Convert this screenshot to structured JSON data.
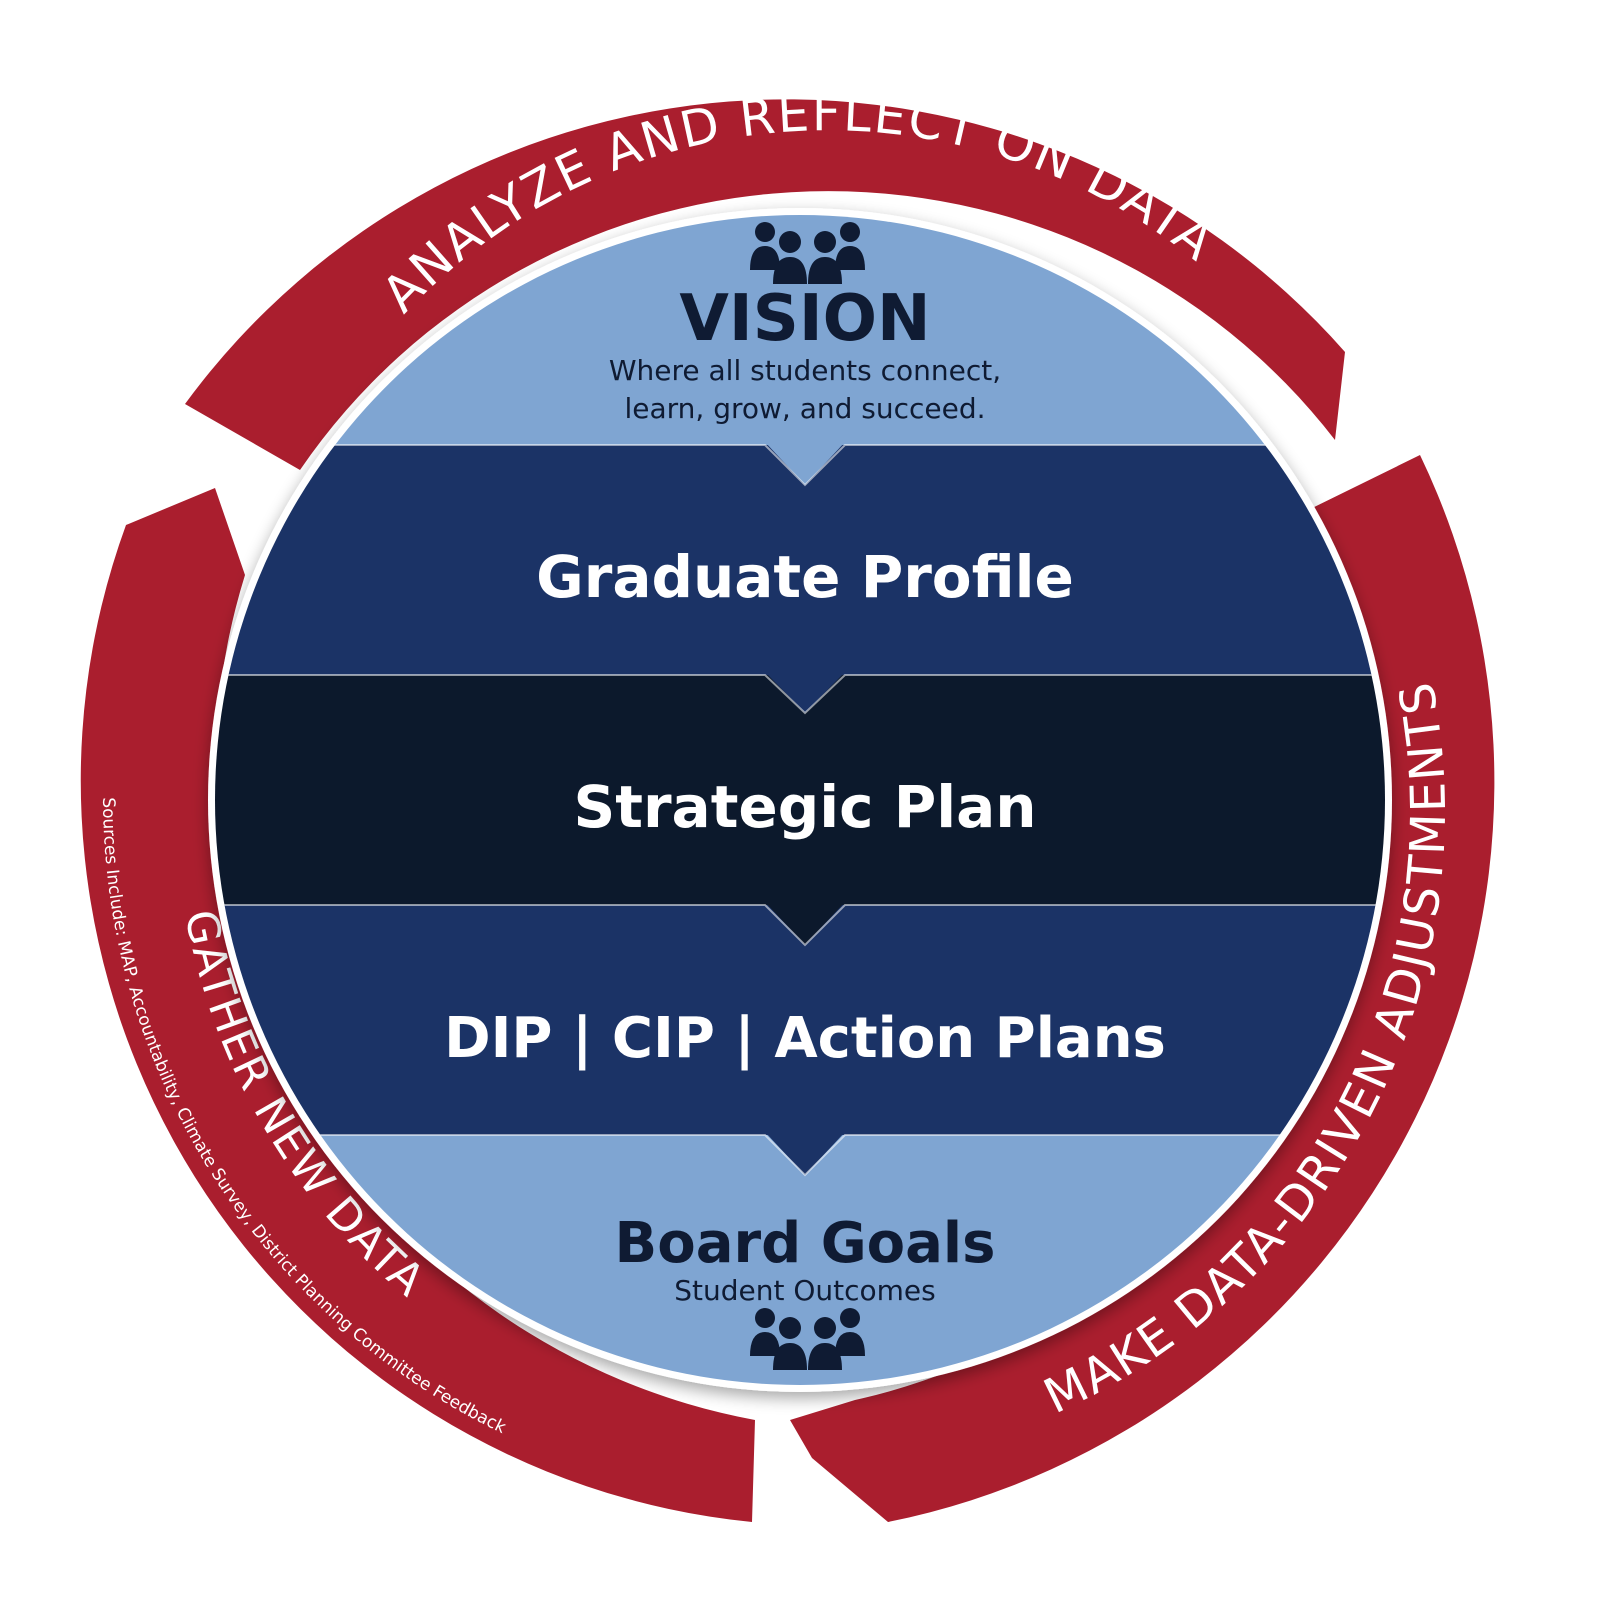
{
  "colors": {
    "ring_red": "#aa1e2e",
    "light_blue": "#7fa5d2",
    "navy": "#1b3366",
    "dark_navy": "#0c192c",
    "dark_text": "#0f1b33",
    "white": "#ffffff"
  },
  "ring": {
    "top_label": "ANALYZE AND REFLECT ON DATA",
    "right_label": "MAKE DATA-DRIVEN ADJUSTMENTS",
    "left_label": "GATHER NEW DATA",
    "left_sublabel": "Sources Include: MAP, Accountability, Climate Survey, District Planning Committee Feedback"
  },
  "bands": {
    "vision": {
      "icon": "people-group-icon",
      "title": "VISION",
      "line1": "Where all students connect,",
      "line2": "learn, grow, and succeed."
    },
    "graduate_profile": {
      "title": "Graduate Profile"
    },
    "strategic_plan": {
      "title": "Strategic Plan"
    },
    "action_plans": {
      "title": "DIP | CIP | Action Plans"
    },
    "board_goals": {
      "title": "Board Goals",
      "subtitle": "Student Outcomes",
      "icon": "people-group-icon"
    }
  }
}
